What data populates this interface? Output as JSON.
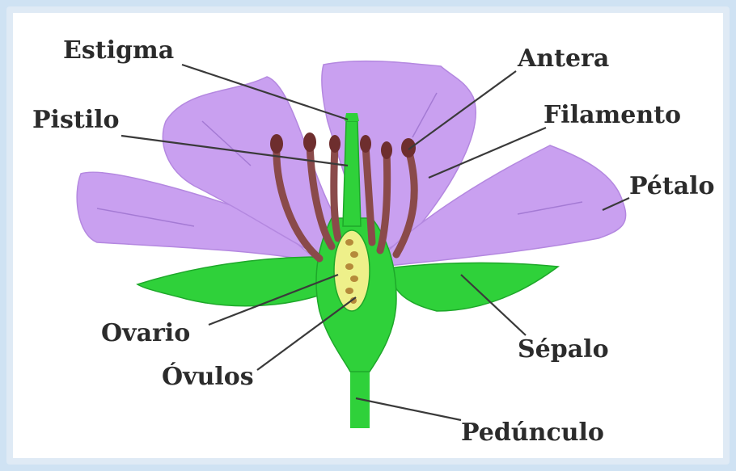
{
  "labels": {
    "estigma": "Estigma",
    "antera": "Antera",
    "pistilo": "Pistilo",
    "filamento": "Filamento",
    "petalo": "Pétalo",
    "ovario": "Ovario",
    "ovulos": "Óvulos",
    "sepalo": "Sépalo",
    "pedunculo": "Pedúnculo"
  },
  "colors": {
    "petal": "#c9a0f0",
    "petal_edge": "#b488e0",
    "green": "#2fd13a",
    "green_dark": "#1ea82a",
    "stamen": "#8a4a4a",
    "ovary_inner": "#eef08a",
    "ovule": "#b58a3a"
  }
}
